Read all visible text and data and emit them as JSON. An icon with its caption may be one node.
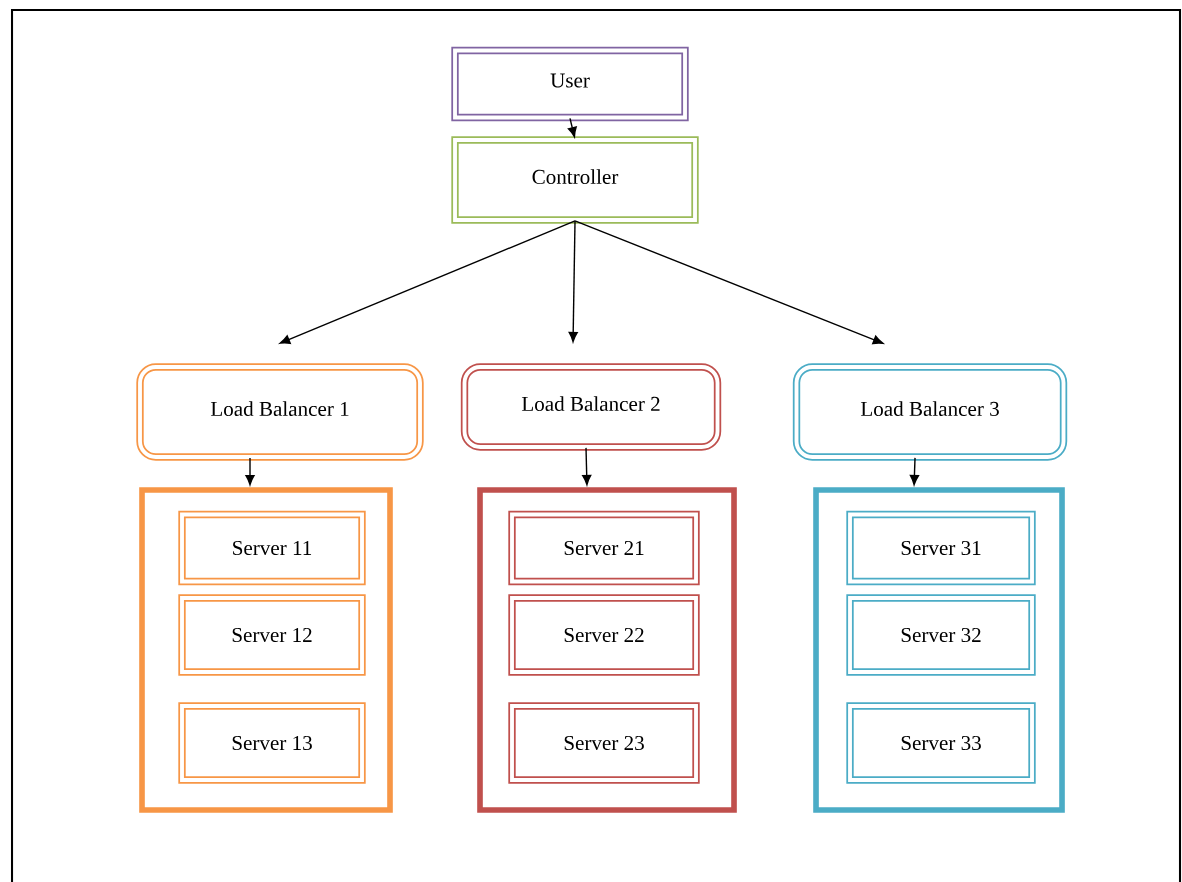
{
  "diagram": {
    "nodes": [
      {
        "text": [
          "User"
        ]
      },
      {
        "text": [
          "Controller"
        ]
      },
      {
        "text": [
          "Load Balancer 1"
        ]
      },
      {
        "text": [
          "Load Balancer 2"
        ]
      },
      {
        "text": [
          "Load Balancer 3"
        ]
      },
      {
        "text": [],
        "shape": "box"
      },
      {
        "text": [
          "Server 11"
        ],
        "in": 5
      },
      {
        "text": [
          "Server 12"
        ],
        "in": 5
      },
      {
        "text": [
          "Server 13"
        ],
        "in": 5
      },
      {
        "text": [],
        "shape": "box"
      },
      {
        "text": [
          "Server 21"
        ],
        "in": 9
      },
      {
        "text": [
          "Server 22"
        ],
        "in": 9
      },
      {
        "text": [
          "Server 23"
        ],
        "in": 9
      },
      {
        "text": [],
        "shape": "box"
      },
      {
        "text": [
          "Server 31"
        ],
        "in": 13
      },
      {
        "text": [
          "Server 32"
        ],
        "in": 13
      },
      {
        "text": [
          "Server 33"
        ],
        "in": 13
      }
    ],
    "edges": [
      {
        "from": 0,
        "to": 1,
        "arrow": "to"
      },
      {
        "from": 1,
        "to": 2,
        "arrow": "to"
      },
      {
        "from": 1,
        "to": 3,
        "arrow": "to"
      },
      {
        "from": 1,
        "to": 4,
        "arrow": "to"
      },
      {
        "from": 2,
        "to": 5,
        "arrow": "to"
      },
      {
        "from": 3,
        "to": 9,
        "arrow": "to"
      },
      {
        "from": 4,
        "to": 13,
        "arrow": "to"
      }
    ]
  }
}
